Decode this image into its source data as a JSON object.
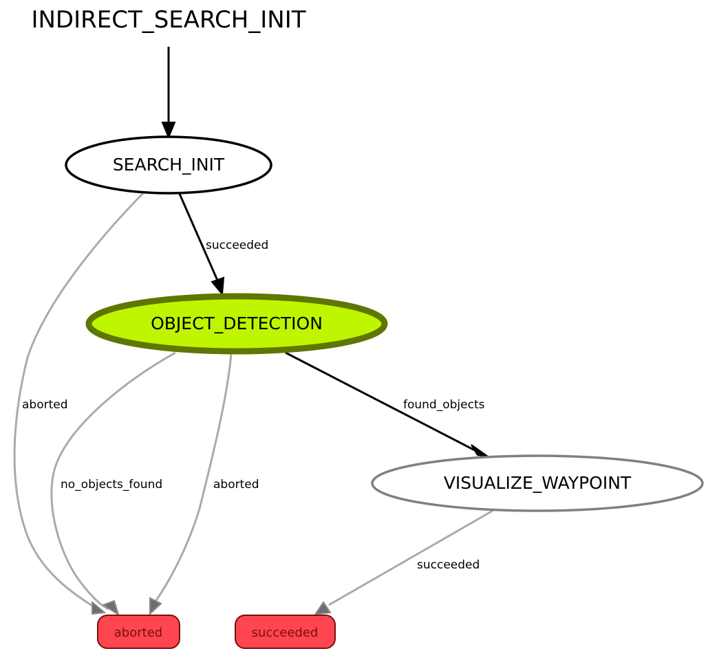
{
  "container": {
    "title": "INDIRECT_SEARCH_INIT"
  },
  "states": [
    {
      "id": "SEARCH_INIT",
      "label": "SEARCH_INIT",
      "status": "normal"
    },
    {
      "id": "OBJECT_DETECTION",
      "label": "OBJECT_DETECTION",
      "status": "active",
      "fill": "#bff500",
      "border": "#5f7600"
    },
    {
      "id": "VISUALIZE_WAYPOINT",
      "label": "VISUALIZE_WAYPOINT",
      "status": "inactive"
    }
  ],
  "outcomes": [
    {
      "id": "aborted",
      "label": "aborted",
      "fill": "#ff4650",
      "border": "#7a0d0d"
    },
    {
      "id": "succeeded",
      "label": "succeeded",
      "fill": "#ff4650",
      "border": "#7a0d0d"
    }
  ],
  "transitions": [
    {
      "from": "SEARCH_INIT",
      "to": "OBJECT_DETECTION",
      "label": "succeeded",
      "style": "active"
    },
    {
      "from": "SEARCH_INIT",
      "to": "aborted",
      "label": "aborted",
      "style": "inactive"
    },
    {
      "from": "OBJECT_DETECTION",
      "to": "VISUALIZE_WAYPOINT",
      "label": "found_objects",
      "style": "active"
    },
    {
      "from": "OBJECT_DETECTION",
      "to": "aborted",
      "label": "no_objects_found",
      "style": "inactive"
    },
    {
      "from": "OBJECT_DETECTION",
      "to": "aborted",
      "label": "aborted",
      "style": "inactive"
    },
    {
      "from": "VISUALIZE_WAYPOINT",
      "to": "succeeded",
      "label": "succeeded",
      "style": "inactive"
    }
  ],
  "colors": {
    "active_edge": "#000000",
    "inactive_edge": "#aaaaaa",
    "inactive_node_border": "#808080",
    "arrowhead_inactive": "#6e6e6e"
  }
}
